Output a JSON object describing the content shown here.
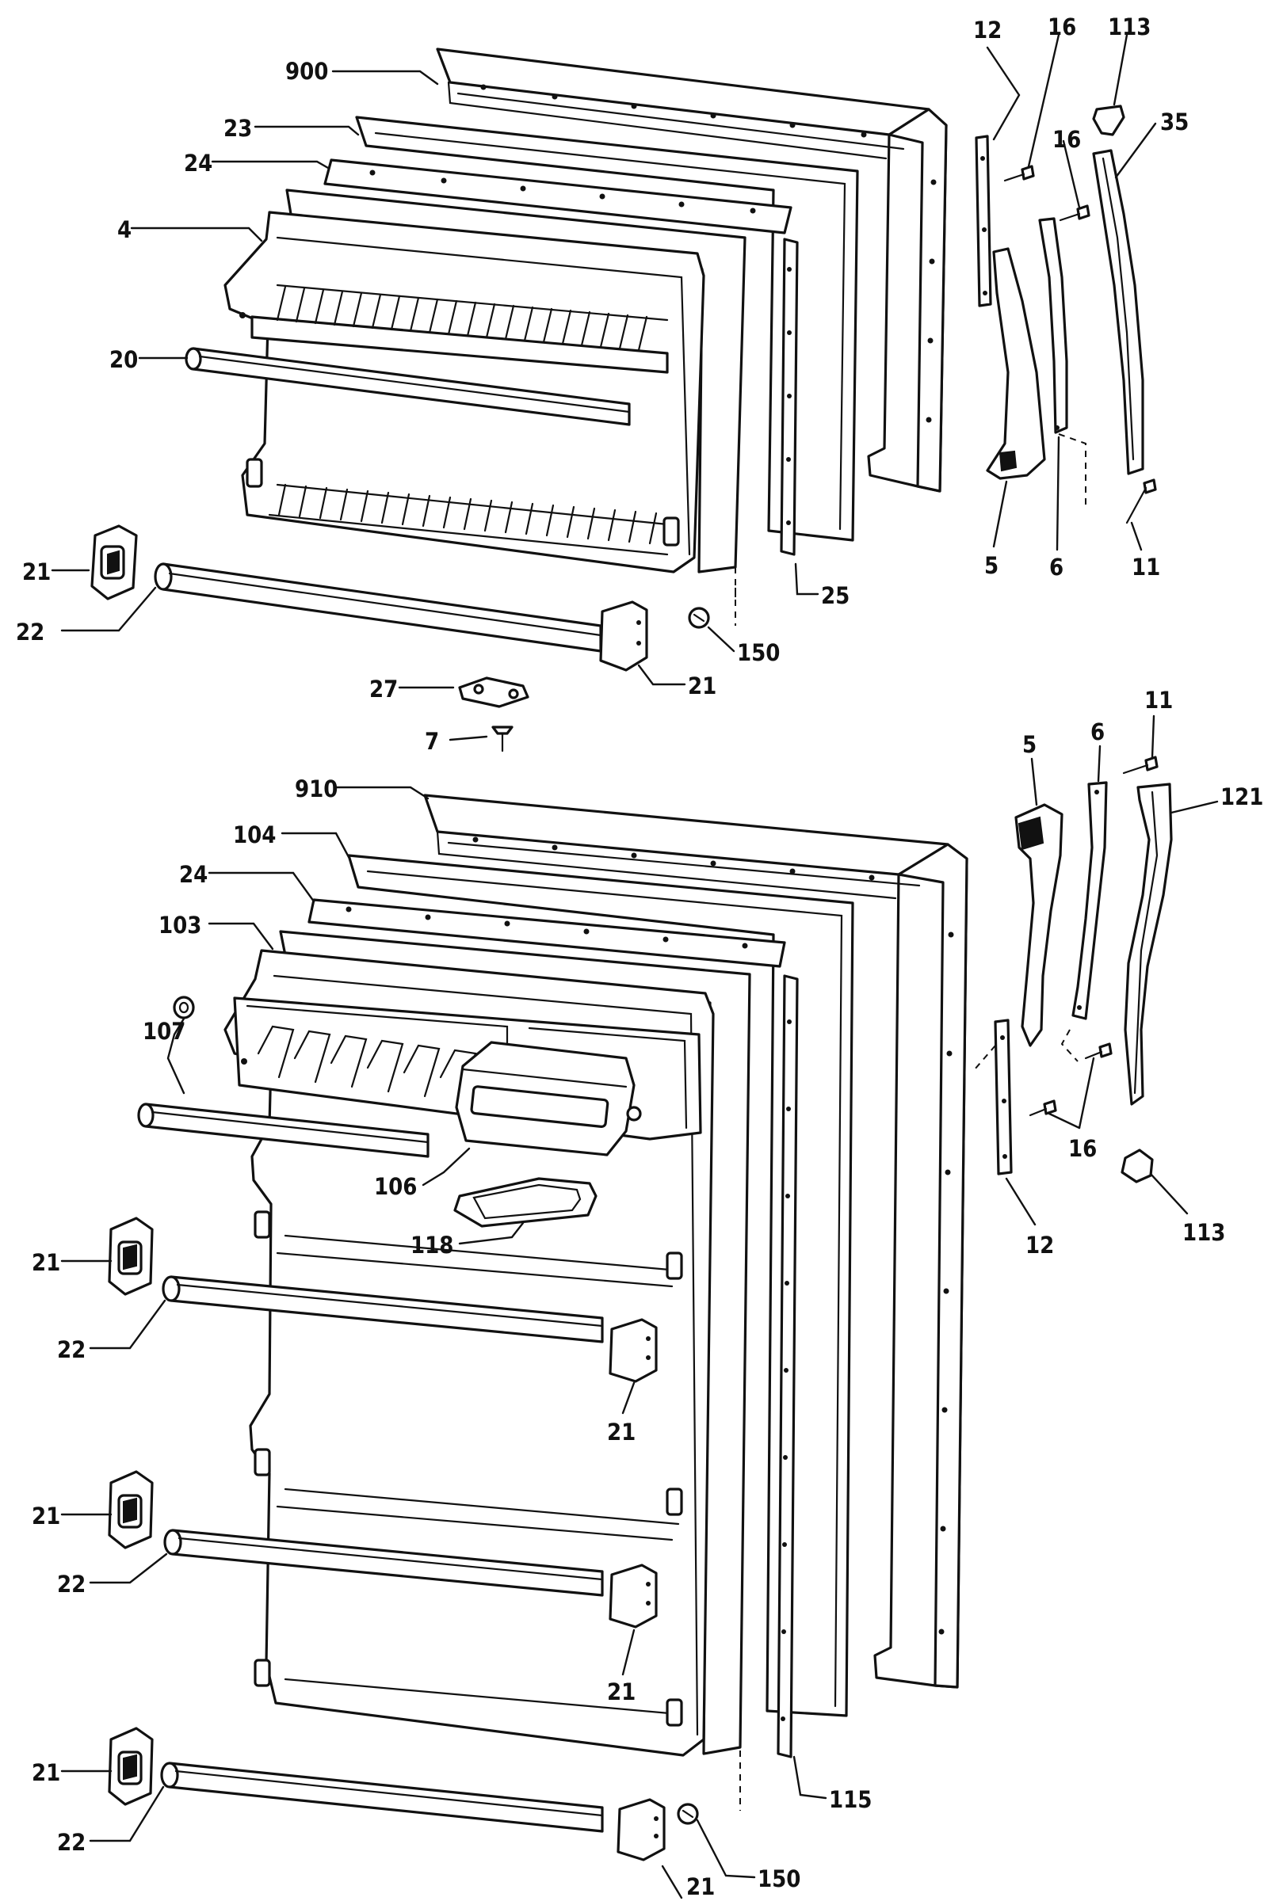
{
  "callouts": {
    "c900": "900",
    "c23": "23",
    "c24_top": "24",
    "c4": "4",
    "c20": "20",
    "c21_top_left": "21",
    "c22_top": "22",
    "c21_top_right": "21",
    "c27": "27",
    "c7": "7",
    "c150_top": "150",
    "c25": "25",
    "c12_top": "12",
    "c16_top_a": "16",
    "c113_top": "113",
    "c16_top_b": "16",
    "c35": "35",
    "c5_top": "5",
    "c6_top": "6",
    "c11_top": "11",
    "c910": "910",
    "c104": "104",
    "c24_bottom": "24",
    "c103": "103",
    "c107": "107",
    "c106": "106",
    "c118": "118",
    "c21_a": "21",
    "c22_a": "22",
    "c21_b": "21",
    "c21_c": "21",
    "c22_b": "22",
    "c21_d": "21",
    "c21_e": "21",
    "c22_c": "22",
    "c21_f": "21",
    "c150_bottom": "150",
    "c115": "115",
    "c5_bottom": "5",
    "c6_bottom": "6",
    "c11_bottom": "11",
    "c121": "121",
    "c16_bottom": "16",
    "c113_bottom": "113",
    "c12_bottom": "12"
  },
  "icons": {
    "screw": "screw-icon",
    "bin-cap": "bin-cap-icon",
    "hinge-plug": "hinge-plug-icon"
  },
  "colors": {
    "ink": "#111111",
    "paper": "#ffffff"
  }
}
